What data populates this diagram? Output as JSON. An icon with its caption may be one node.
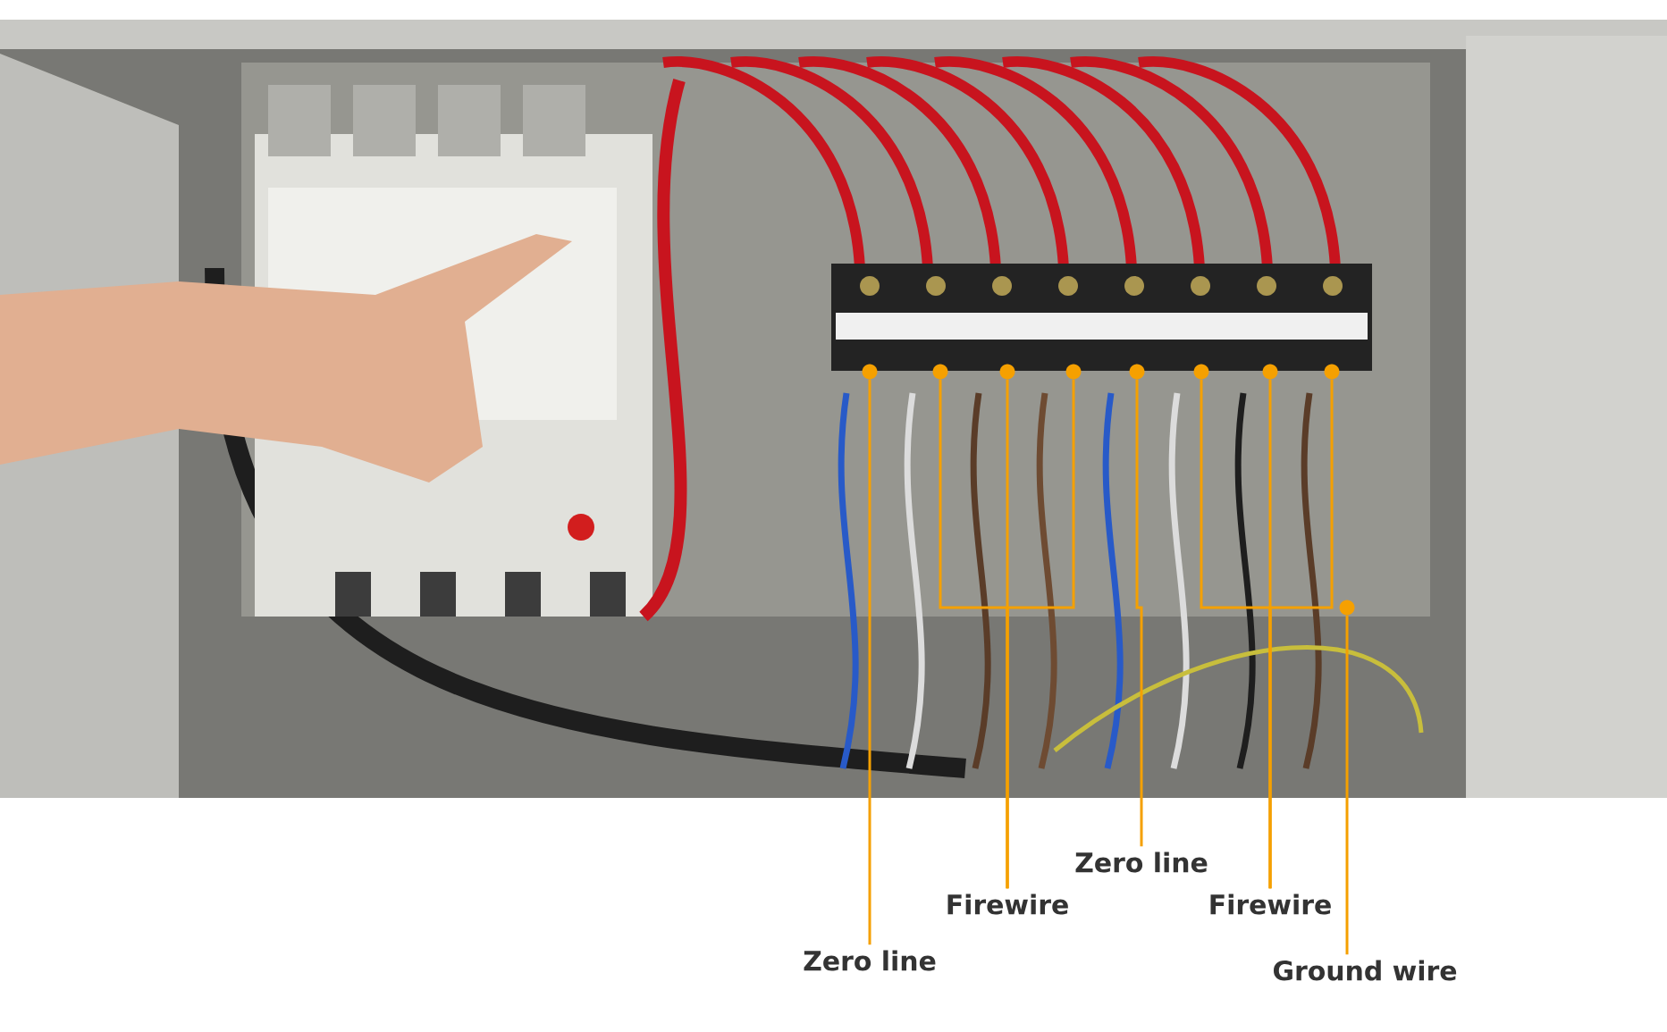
{
  "diagram": {
    "nodes": [
      {
        "text": [],
        "shape": "circle"
      },
      {
        "text": [],
        "shape": "circle"
      },
      {
        "text": [],
        "shape": "circle"
      },
      {
        "text": [],
        "shape": "circle"
      },
      {
        "text": [],
        "shape": "circle"
      },
      {
        "text": [],
        "shape": "circle"
      },
      {
        "text": [],
        "shape": "circle"
      },
      {
        "text": [],
        "shape": "circle"
      },
      {
        "text": [],
        "shape": "circle"
      },
      {
        "text": [
          "Zero line"
        ]
      },
      {
        "text": [
          "Firewire"
        ]
      },
      {
        "text": [
          "Zero line"
        ]
      },
      {
        "text": [
          "Firewire"
        ]
      },
      {
        "text": [
          "Ground wire"
        ]
      }
    ],
    "edges": [
      {
        "from": 9,
        "to": 0,
        "arrow": "none"
      },
      {
        "from": 10,
        "to": 1,
        "arrow": "none"
      },
      {
        "from": 10,
        "to": 2,
        "arrow": "none"
      },
      {
        "from": 10,
        "to": 3,
        "arrow": "none"
      },
      {
        "from": 11,
        "to": 4,
        "arrow": "none"
      },
      {
        "from": 12,
        "to": 5,
        "arrow": "none"
      },
      {
        "from": 12,
        "to": 6,
        "arrow": "none"
      },
      {
        "from": 12,
        "to": 7,
        "arrow": "none"
      },
      {
        "from": 13,
        "to": 8,
        "arrow": "none"
      }
    ]
  }
}
